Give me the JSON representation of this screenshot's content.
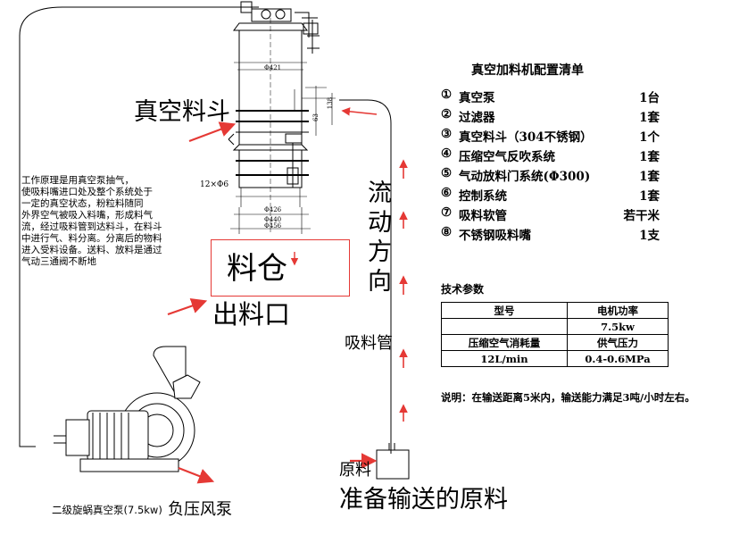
{
  "labels": {
    "hopper": "真空料斗",
    "bin": "料仓",
    "outlet": "出料口",
    "flow": [
      "流",
      "动",
      "方",
      "向"
    ],
    "suction_pipe": "吸料管",
    "raw_material": "原料",
    "prepare": "准备输送的原料",
    "pump_model": "二级旋蜗真空泵(7.5kw)",
    "pump": "负压风泵"
  },
  "principle_lines": [
    "工作原理是用真空泵抽气，",
    "使吸料嘴进口处及整个系统处于",
    "一定的真空状态，粉粒料随同",
    "外界空气被吸入料嘴，形成料气",
    "流，经过吸料管到达料斗，在料斗",
    "中进行气、料分离。分离后的物料",
    "进入受料设备。送料、放料是通过",
    "气动三通阀不断地"
  ],
  "dimensions": {
    "d421": "Φ421",
    "d426": "Φ426",
    "d440": "Φ440",
    "d456": "Φ456",
    "bolts": "12×Φ6",
    "h63": "63",
    "h138": "138"
  },
  "config": {
    "title": "真空加料机配置清单",
    "items": [
      {
        "num": "①",
        "name": "真空泵",
        "qty": "1台"
      },
      {
        "num": "②",
        "name": "过滤器",
        "qty": "1套"
      },
      {
        "num": "③",
        "name": "真空料斗（304不锈钢）",
        "qty": "1个"
      },
      {
        "num": "④",
        "name": "压缩空气反吹系统",
        "qty": "1套"
      },
      {
        "num": "⑤",
        "name": "气动放料门系统(Φ300)",
        "qty": "1套"
      },
      {
        "num": "⑥",
        "name": "控制系统",
        "qty": "1套"
      },
      {
        "num": "⑦",
        "name": "吸料软管",
        "qty": "若干米"
      },
      {
        "num": "⑧",
        "name": "不锈钢吸料嘴",
        "qty": "1支"
      }
    ]
  },
  "spec": {
    "title": "技术参数",
    "rows": [
      [
        "型号",
        "电机功率"
      ],
      [
        "",
        "7.5kw"
      ],
      [
        "压缩空气消耗量",
        "供气压力"
      ],
      [
        "12L/min",
        "0.4-0.6MPa"
      ]
    ],
    "note": "说明：在输送距离5米内，输送能力满足3吨/小时左右。"
  },
  "colors": {
    "arrow": "#e53935",
    "line": "#000000",
    "dim": "#333333"
  }
}
